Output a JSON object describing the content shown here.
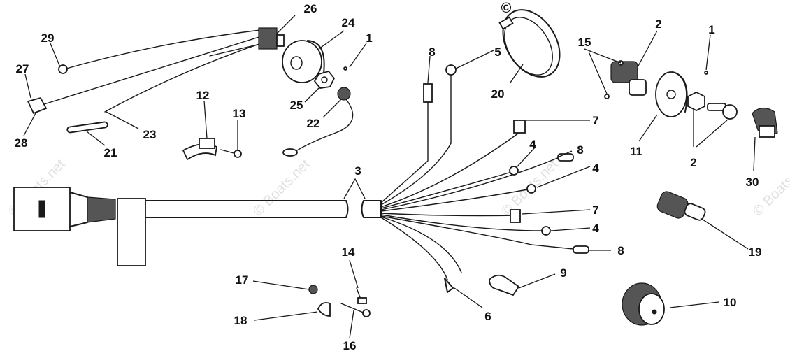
{
  "diagram": {
    "callouts": [
      "1",
      "2",
      "3",
      "4",
      "5",
      "6",
      "7",
      "8",
      "9",
      "10",
      "11",
      "12",
      "13",
      "14",
      "15",
      "16",
      "17",
      "18",
      "19",
      "20",
      "21",
      "22",
      "23",
      "24",
      "25",
      "26",
      "27",
      "28",
      "29",
      "30"
    ],
    "copyright_mark": "©",
    "watermark": "© Boats.net"
  },
  "colors": {
    "ink": "#1a1a1a",
    "watermark": "#c8c8c8",
    "background": "#ffffff"
  }
}
